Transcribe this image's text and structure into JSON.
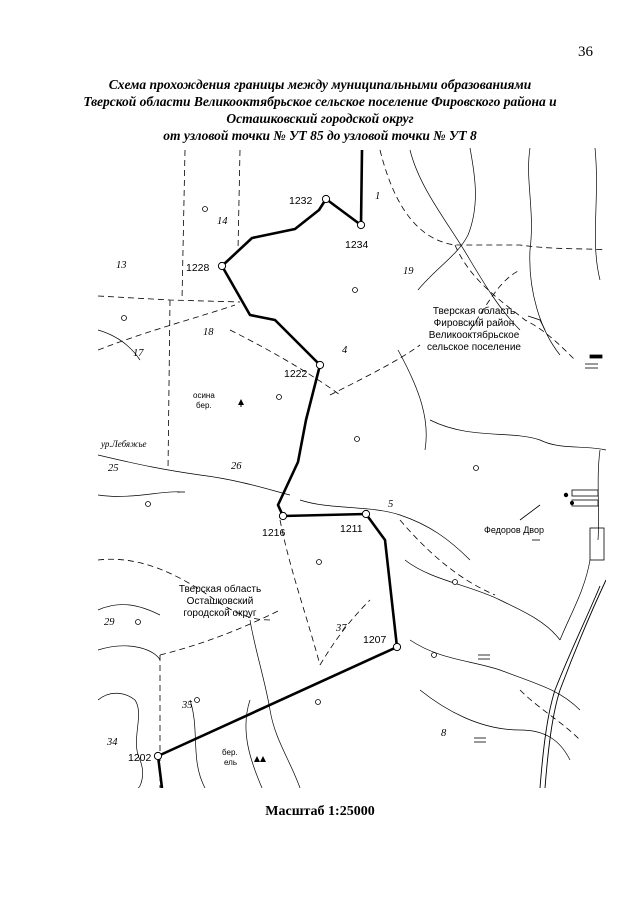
{
  "page": {
    "number": "36"
  },
  "title": {
    "lines": [
      "Схема прохождения границы между муниципальными образованиями",
      "Тверской области Великооктябрьское сельское поселение Фировского района и",
      "Осташковский городской округ",
      "от узловой точки № УТ 85 до узловой точки № УТ 8"
    ]
  },
  "map": {
    "region_north": [
      "Тверская область",
      "Фировский район",
      "Великооктябрьское",
      "сельское поселение"
    ],
    "region_south": [
      "Тверская область",
      "Осташковский",
      "городской округ"
    ],
    "boundary_points": [
      "1232",
      "1234",
      "1228",
      "1222",
      "1216",
      "1211",
      "1207",
      "1202"
    ],
    "parcel_numbers": [
      "1",
      "14",
      "13",
      "19",
      "18",
      "17",
      "4",
      "25",
      "26",
      "5",
      "29",
      "37",
      "35",
      "34",
      "8"
    ],
    "place_labels": {
      "gubino": "ур.Лебяжье",
      "fedorov": "Федоров Двор",
      "forest1_a": "осина",
      "forest1_b": "бер.",
      "forest2_a": "бер.",
      "forest2_b": "ель"
    }
  },
  "scale": {
    "label": "Масштаб 1:25000"
  }
}
